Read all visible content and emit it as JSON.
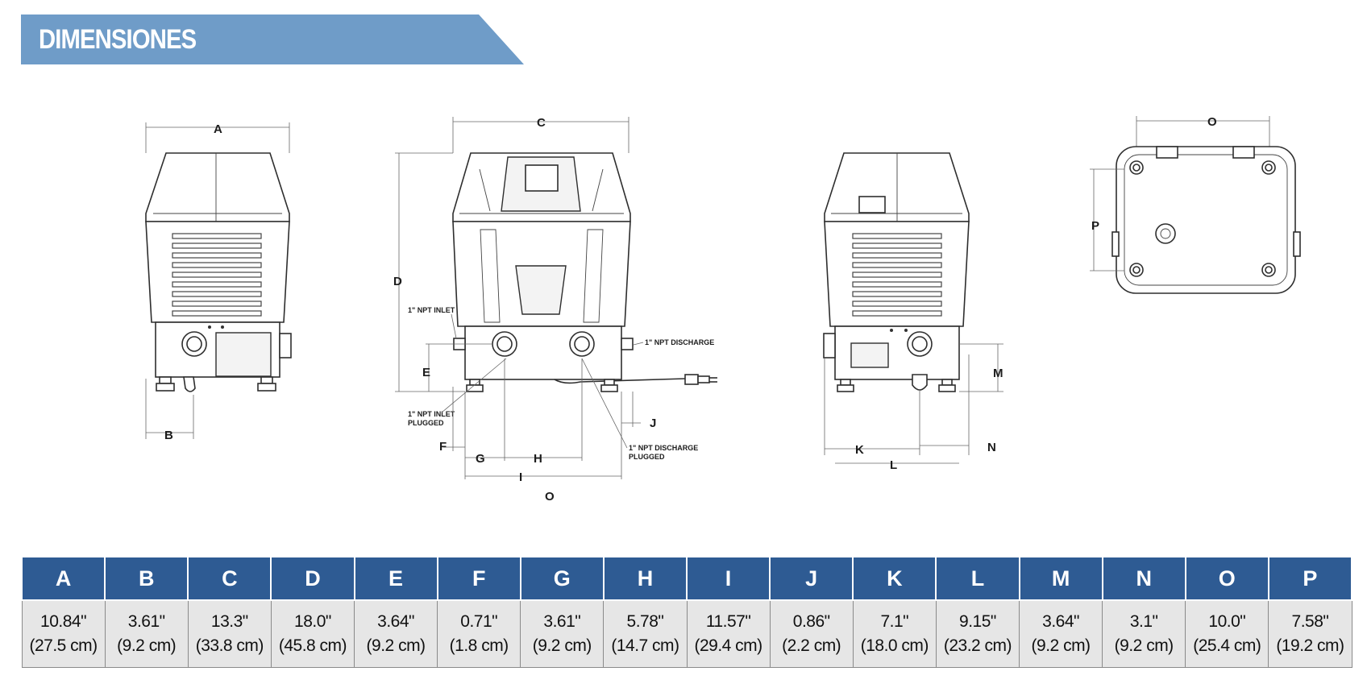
{
  "header": {
    "title": "DIMENSIONES"
  },
  "colors": {
    "banner": "#6f9cc8",
    "table_header": "#2e5b93",
    "table_cell": "#e6e6e6"
  },
  "drawing": {
    "labels": {
      "A": "A",
      "B": "B",
      "C": "C",
      "D": "D",
      "E": "E",
      "F": "F",
      "G": "G",
      "H": "H",
      "I": "I",
      "J": "J",
      "K": "K",
      "L": "L",
      "M": "M",
      "N": "N",
      "O": "O",
      "P": "P"
    },
    "notes": {
      "npt_inlet": "1\" NPT INLET",
      "npt_discharge": "1\" NPT DISCHARGE",
      "npt_inlet_plugged_1": "1\" NPT INLET",
      "npt_inlet_plugged_2": "PLUGGED",
      "npt_discharge_plugged_1": "1\" NPT DISCHARGE",
      "npt_discharge_plugged_2": "PLUGGED"
    }
  },
  "table": {
    "columns": [
      {
        "key": "A",
        "imperial": "10.84\"",
        "metric": "(27.5 cm)"
      },
      {
        "key": "B",
        "imperial": "3.61\"",
        "metric": "(9.2 cm)"
      },
      {
        "key": "C",
        "imperial": "13.3\"",
        "metric": "(33.8 cm)"
      },
      {
        "key": "D",
        "imperial": "18.0\"",
        "metric": "(45.8 cm)"
      },
      {
        "key": "E",
        "imperial": "3.64\"",
        "metric": "(9.2 cm)"
      },
      {
        "key": "F",
        "imperial": "0.71\"",
        "metric": "(1.8 cm)"
      },
      {
        "key": "G",
        "imperial": "3.61\"",
        "metric": "(9.2 cm)"
      },
      {
        "key": "H",
        "imperial": "5.78\"",
        "metric": "(14.7 cm)"
      },
      {
        "key": "I",
        "imperial": "11.57\"",
        "metric": "(29.4 cm)"
      },
      {
        "key": "J",
        "imperial": "0.86\"",
        "metric": "(2.2 cm)"
      },
      {
        "key": "K",
        "imperial": "7.1\"",
        "metric": "(18.0 cm)"
      },
      {
        "key": "L",
        "imperial": "9.15\"",
        "metric": "(23.2 cm)"
      },
      {
        "key": "M",
        "imperial": "3.64\"",
        "metric": "(9.2 cm)"
      },
      {
        "key": "N",
        "imperial": "3.1\"",
        "metric": "(9.2 cm)"
      },
      {
        "key": "O",
        "imperial": "10.0\"",
        "metric": "(25.4 cm)"
      },
      {
        "key": "P",
        "imperial": "7.58\"",
        "metric": "(19.2 cm)"
      }
    ]
  }
}
